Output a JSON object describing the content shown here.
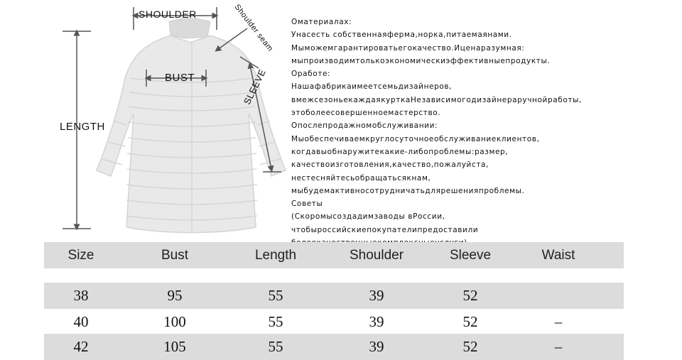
{
  "diagram": {
    "labels": {
      "shoulder": "SHOULDER",
      "shoulder_seam": "Shoulder seam",
      "bust": "BUST",
      "sleeve": "SLEEVE",
      "length": "LENGTH"
    }
  },
  "description": {
    "lines": [
      "Оматериалах:",
      "Унасесть собственнаяферма,норка,питаемаянами.",
      "Мыможемгарантироватьегокачество.Иценаразумная:",
      "мыпроизводимтолькоэкономическиэффективныепродукты.",
      "Оработе:",
      "Нашафабрикаимеетсемьдизайнеров,",
      "вмежсезоньекаждаякурткаНезависимогодизайнераручнойработы,",
      "этоболеесовершенноемастерство.",
      "Опослепродажномобслуживании:",
      "Мыобеспечиваемкруглосуточноеобслуживаниеклиентов,",
      "когдавыобнаружитекакие-либопроблемы:размер,",
      "качествоизготовления,качество,пожалуйста,",
      "нестесняйтесьобращатьсякнам,",
      "мыбудемактивносотрудничатьдлярешенияпроблемы.",
      "Советы",
      "(Скоромысоздадимзаводы вРоссии,",
      "чтобыроссийскиепокупателипредоставили",
      "болеекачественныекомплексныеуслуги)"
    ]
  },
  "size_table": {
    "headers": [
      "Size",
      "Bust",
      "Length",
      "Shoulder",
      "Sleeve",
      "Waist"
    ],
    "rows": [
      [
        "38",
        "95",
        "55",
        "39",
        "52",
        ""
      ],
      [
        "40",
        "100",
        "55",
        "39",
        "52",
        "–"
      ],
      [
        "42",
        "105",
        "55",
        "39",
        "52",
        "–"
      ]
    ]
  },
  "colors": {
    "row_band": "#dcdcdc",
    "coat_fill": "#e9e9e9",
    "arrow": "#555555"
  }
}
